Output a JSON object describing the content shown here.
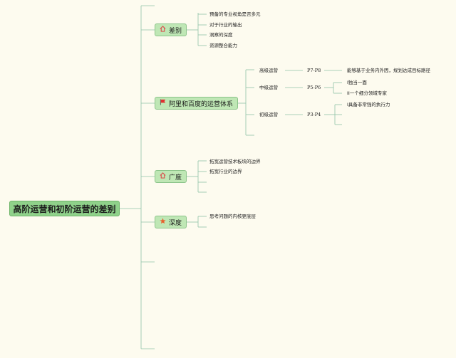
{
  "root": {
    "label": "高阶运营和初阶运营的差别"
  },
  "branches": [
    {
      "label": "差别",
      "icon": "house-icon",
      "icon_color": "#d9534f",
      "items": [
        "预备的专业视角是否多元",
        "对于行业的输出",
        "洞察的深度",
        "资源整合能力"
      ]
    },
    {
      "label": "阿里和百度的运营体系",
      "icon": "flag-icon",
      "icon_color": "#e03030",
      "levels": [
        {
          "label": "高级运营",
          "code": "P7-P8",
          "items": [
            "能够基于业务内外因，规划达成目标路径"
          ]
        },
        {
          "label": "中级运营",
          "code": "P5-P6",
          "items": [
            "I独当一面",
            "II一个细分领域专家"
          ]
        },
        {
          "label": "初级运营",
          "code": "P3-P4",
          "items": [
            "I具备非常强的执行力"
          ]
        }
      ]
    },
    {
      "label": "广度",
      "icon": "house-icon",
      "icon_color": "#d9534f",
      "items": [
        "拓宽运营技术板块的边界",
        "拓宽行业的边界"
      ]
    },
    {
      "label": "深度",
      "icon": "star-icon",
      "icon_color": "#e8602c",
      "items": [
        "思考问题的内核更底层"
      ]
    }
  ],
  "colors": {
    "line": "#8fc3a8",
    "node_fill": "#bfe7b5",
    "root_fill": "#8fd18a"
  }
}
